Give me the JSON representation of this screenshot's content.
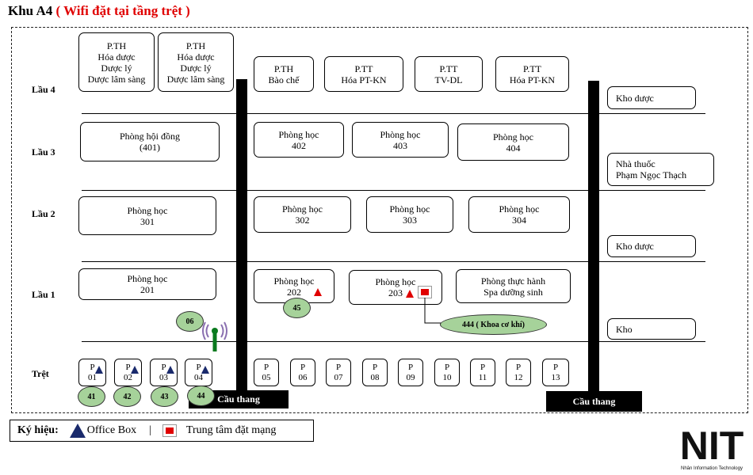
{
  "title": {
    "main": "Khu A4",
    "sub": "( Wifi đặt tại tầng trệt )"
  },
  "floors": [
    "Lầu 4",
    "Lầu 3",
    "Lầu 2",
    "Lầu 1",
    "Trệt"
  ],
  "floor4": [
    [
      "P.TH",
      "Hóa dược",
      "Dược lý",
      "Dược lâm sàng"
    ],
    [
      "P.TH",
      "Hóa dược",
      "Dược lý",
      "Dược lâm sàng"
    ],
    [
      "P.TH",
      "Bào chế"
    ],
    [
      "P.TT",
      "Hóa PT-KN"
    ],
    [
      "P.TT",
      "TV-DL"
    ],
    [
      "P.TT",
      "Hóa PT-KN"
    ]
  ],
  "floor3": [
    [
      "Phòng hội đồng",
      "(401)"
    ],
    [
      "Phòng học",
      "402"
    ],
    [
      "Phòng học",
      "403"
    ],
    [
      "Phòng học",
      "404"
    ]
  ],
  "floor2": [
    [
      "Phòng học",
      "301"
    ],
    [
      "Phòng học",
      "302"
    ],
    [
      "Phòng học",
      "303"
    ],
    [
      "Phòng học",
      "304"
    ]
  ],
  "floor1": [
    [
      "Phòng học",
      "201"
    ],
    [
      "Phòng học",
      "202"
    ],
    [
      "Phòng học",
      "203"
    ],
    [
      "Phòng thực hành",
      "Spa dưỡng sinh"
    ]
  ],
  "right_side": [
    [
      "Kho dược"
    ],
    [
      "Nhà thuốc",
      "Phạm Ngọc Thạch"
    ],
    [
      "Kho dược"
    ],
    [
      "Kho"
    ]
  ],
  "ground_rooms": [
    [
      "P",
      "01"
    ],
    [
      "P",
      "02"
    ],
    [
      "P",
      "03"
    ],
    [
      "P",
      "04"
    ],
    [
      "P",
      "05"
    ],
    [
      "P",
      "06"
    ],
    [
      "P",
      "07"
    ],
    [
      "P",
      "08"
    ],
    [
      "P",
      "09"
    ],
    [
      "P",
      "10"
    ],
    [
      "P",
      "11"
    ],
    [
      "P",
      "12"
    ],
    [
      "P",
      "13"
    ]
  ],
  "access_points": [
    "41",
    "42",
    "43",
    "44",
    "06",
    "45"
  ],
  "network_center_label": "444 ( Khoa cơ khí)",
  "stairs": [
    "Cầu thang",
    "Cầu thang"
  ],
  "legend": {
    "title": "Ký hiệu:",
    "office_box": "Office Box",
    "separator": "|",
    "network_center": "Trung tâm đặt mạng"
  },
  "logo": {
    "text": "NIT",
    "tagline": "Nhân Information Technology"
  },
  "colors": {
    "office_box": "#1a2a6c",
    "network_center": "#e00000",
    "access_point": "#a6d29a",
    "wifi": "#0a7a1e"
  },
  "icons": [
    "office-box-triangle",
    "network-center-square",
    "wifi-antenna-icon"
  ]
}
